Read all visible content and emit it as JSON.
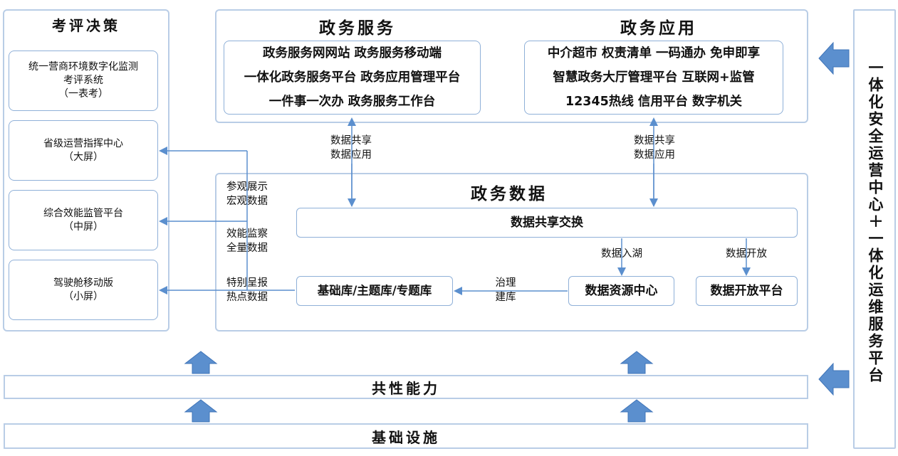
{
  "evaluation": {
    "title": "考评决策",
    "items": [
      {
        "lines": [
          "统一营商环境数字化监测",
          "考评系统",
          "（一表考）"
        ]
      },
      {
        "lines": [
          "省级运营指挥中心",
          "（大屏）"
        ]
      },
      {
        "lines": [
          "综合效能监管平台",
          "（中屏）"
        ]
      },
      {
        "lines": [
          "驾驶舱移动版",
          "（小屏）"
        ]
      }
    ]
  },
  "gov_service": {
    "title": "政务服务",
    "lines": [
      "政务服务网网站 政务服务移动端",
      "一体化政务服务平台 政务应用管理平台",
      "一件事一次办 政务服务工作台"
    ]
  },
  "gov_app": {
    "title": "政务应用",
    "lines": [
      "中介超市 权责清单 一码通办 免申即享",
      "智慧政务大厅管理平台 互联网+监管",
      "12345热线 信用平台 数字机关"
    ]
  },
  "flow_labels": {
    "left_share": [
      "数据共享",
      "数据应用"
    ],
    "right_share": [
      "数据共享",
      "数据应用"
    ],
    "display": [
      "参观展示",
      "宏观数据"
    ],
    "monitor": [
      "效能监察",
      "全量数据"
    ],
    "report": [
      "特别呈报",
      "热点数据"
    ],
    "govern": [
      "治理",
      "建库"
    ],
    "to_lake": "数据入湖",
    "to_open": "数据开放"
  },
  "gov_data": {
    "title": "政务数据",
    "exchange": "数据共享交换",
    "base_db": "基础库/主题库/专题库",
    "resource_center": "数据资源中心",
    "open_platform": "数据开放平台"
  },
  "common_capability": "共性能力",
  "infrastructure": "基础设施",
  "right_panel": {
    "text": "一体化安全运营中心＋一体化运维服务平台"
  },
  "colors": {
    "border": "#b9cde6",
    "box_border": "#8fb0d8",
    "arrow": "#5b8fce",
    "line": "#5b8fce"
  }
}
